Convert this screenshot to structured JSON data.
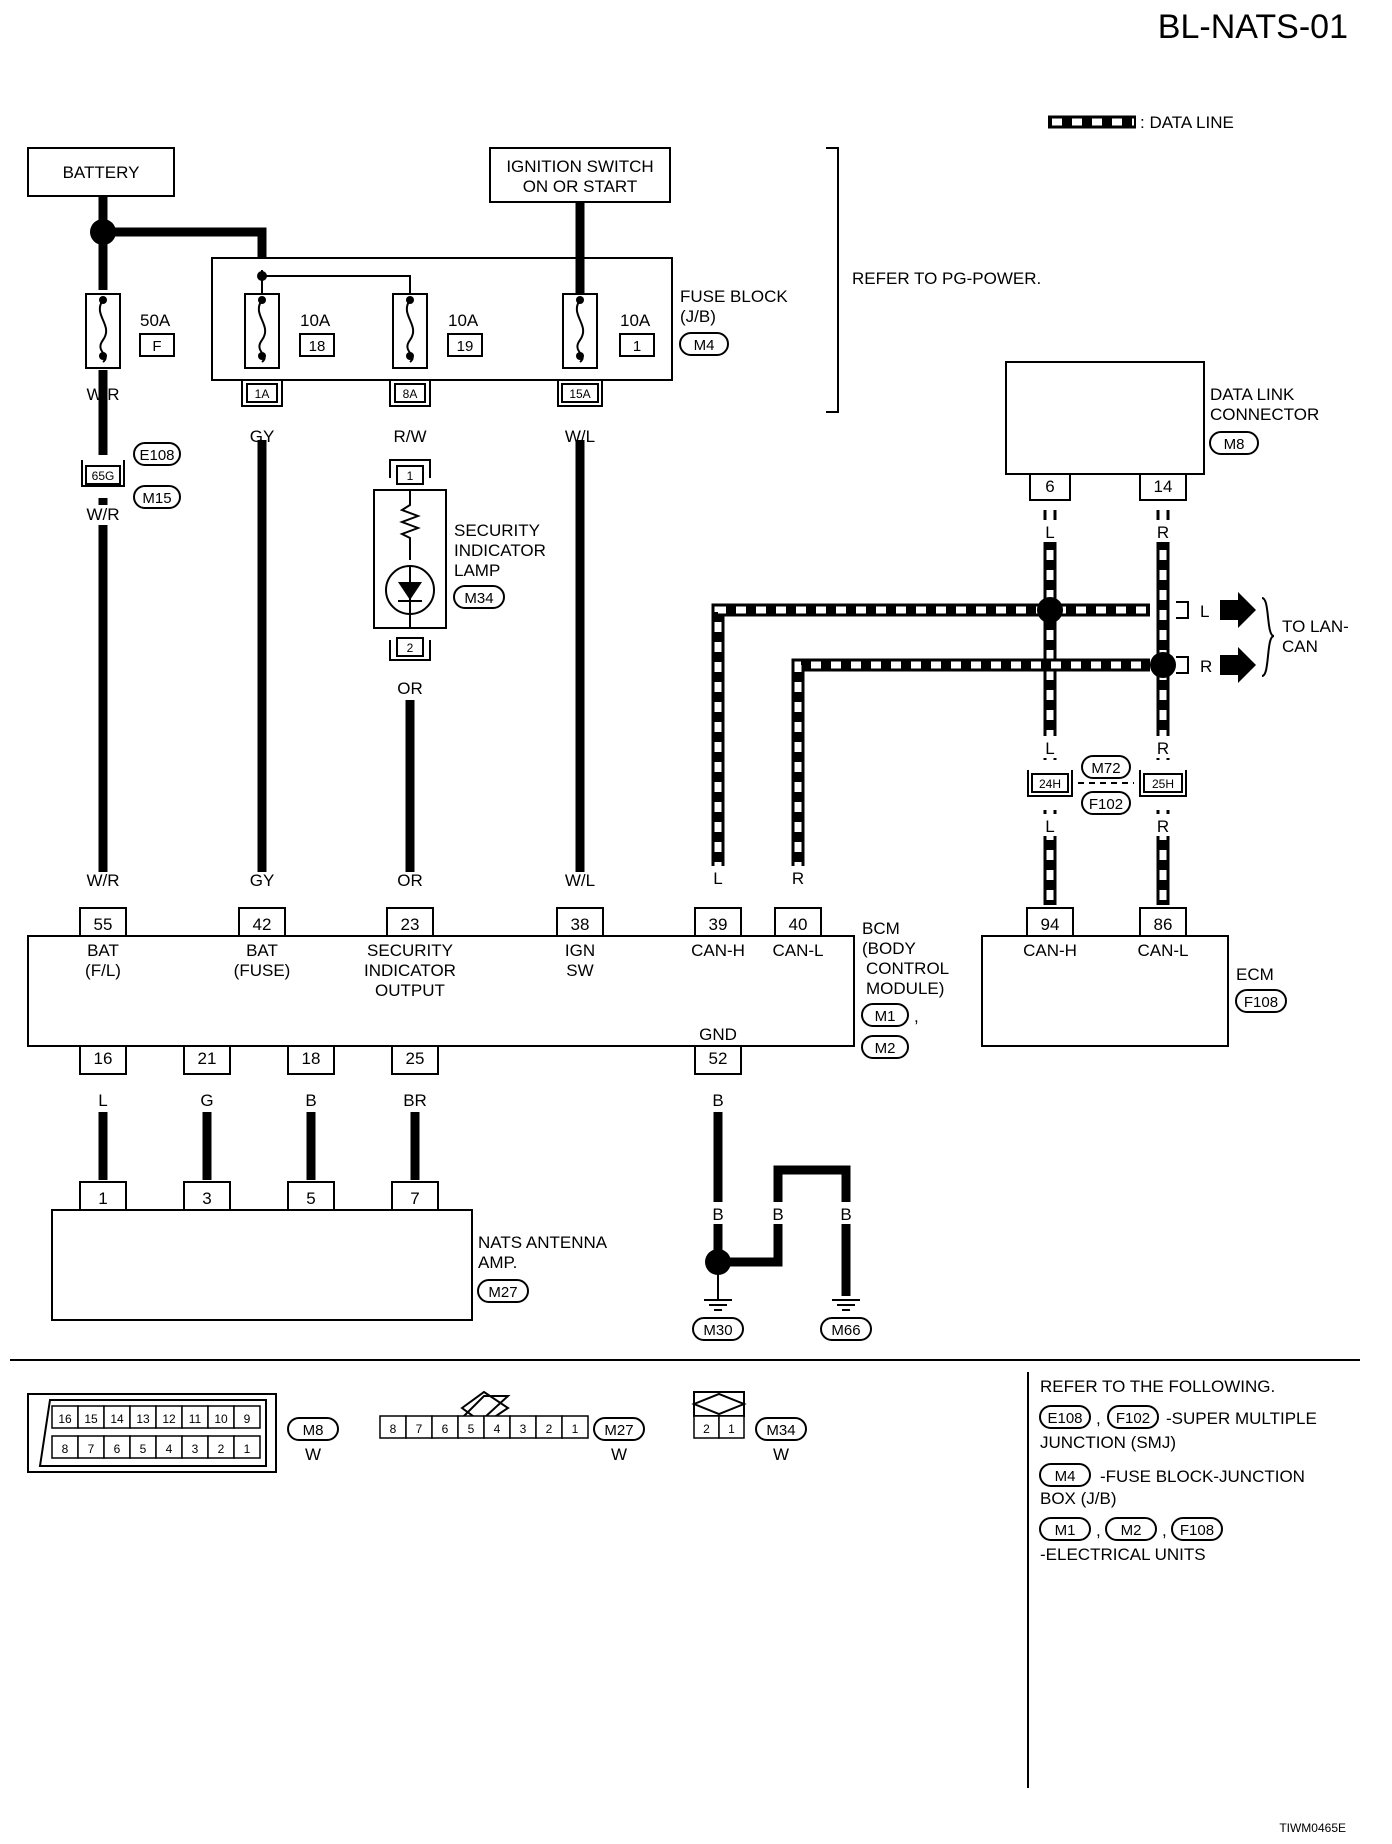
{
  "title": "BL-NATS-01",
  "legend": {
    "data_line": ": DATA LINE"
  },
  "battery": "BATTERY",
  "ignition": {
    "line1": "IGNITION SWITCH",
    "line2": "ON OR START"
  },
  "refer_pg": "REFER TO PG-POWER.",
  "fuse_block": {
    "line1": "FUSE BLOCK",
    "line2": "(J/B)",
    "conn": "M4"
  },
  "fuses": [
    {
      "amp": "50A",
      "id": "F"
    },
    {
      "amp": "10A",
      "id": "18"
    },
    {
      "amp": "10A",
      "id": "19"
    },
    {
      "amp": "10A",
      "id": "1"
    }
  ],
  "fuse_pins": [
    "1A",
    "8A",
    "15A"
  ],
  "wire_colors": {
    "wr": "W/R",
    "gy": "GY",
    "rw": "R/W",
    "wl": "W/L",
    "or": "OR",
    "l": "L",
    "r": "R",
    "g": "G",
    "b": "B",
    "br": "BR"
  },
  "smj": {
    "pin": "65G",
    "conn1": "E108",
    "conn2": "M15"
  },
  "lamp": {
    "line1": "SECURITY",
    "line2": "INDICATOR",
    "line3": "LAMP",
    "conn": "M34",
    "pin1": "1",
    "pin2": "2"
  },
  "dlc": {
    "line1": "DATA LINK",
    "line2": "CONNECTOR",
    "conn": "M8",
    "pin1": "6",
    "pin2": "14"
  },
  "to_lan": {
    "line1": "TO LAN-",
    "line2": "CAN"
  },
  "jc": {
    "pin1": "24H",
    "pin2": "25H",
    "conn1": "M72",
    "conn2": "F102"
  },
  "bcm": {
    "line1": "BCM",
    "line2": "(BODY",
    "line3": "CONTROL",
    "line4": "MODULE)",
    "conn1": "M1",
    "conn2": "M2",
    "comma": ",",
    "top_pins": [
      "55",
      "42",
      "23",
      "38",
      "39",
      "40"
    ],
    "bat_fl": [
      "BAT",
      "(F/L)"
    ],
    "bat_fuse": [
      "BAT",
      "(FUSE)"
    ],
    "sec_out": [
      "SECURITY",
      "INDICATOR",
      "OUTPUT"
    ],
    "ign": [
      "IGN",
      "SW"
    ],
    "canh": "CAN-H",
    "canl": "CAN-L",
    "gnd": "GND",
    "gnd_pin": "52",
    "bottom_pins": [
      "16",
      "21",
      "18",
      "25"
    ]
  },
  "ecm": {
    "name": "ECM",
    "conn": "F108",
    "pins": [
      "94",
      "86"
    ],
    "canh": "CAN-H",
    "canl": "CAN-L"
  },
  "nats": {
    "line1": "NATS ANTENNA",
    "line2": "AMP.",
    "conn": "M27",
    "pins": [
      "1",
      "3",
      "5",
      "7"
    ]
  },
  "grounds": {
    "g1": "M30",
    "g2": "M66"
  },
  "connectors": {
    "m8": {
      "name": "M8",
      "color": "W",
      "top": [
        "16",
        "15",
        "14",
        "13",
        "12",
        "11",
        "10",
        "9"
      ],
      "bottom": [
        "8",
        "7",
        "6",
        "5",
        "4",
        "3",
        "2",
        "1"
      ]
    },
    "m27": {
      "name": "M27",
      "color": "W",
      "pins": [
        "8",
        "7",
        "6",
        "5",
        "4",
        "3",
        "2",
        "1"
      ]
    },
    "m34": {
      "name": "M34",
      "color": "W",
      "pins": [
        "2",
        "1"
      ]
    }
  },
  "refer": {
    "heading": "REFER TO THE FOLLOWING.",
    "smj_codes": [
      "E108",
      "F102"
    ],
    "smj_text": "-SUPER MULTIPLE",
    "smj_text2": "JUNCTION (SMJ)",
    "jb_code": "M4",
    "jb_text": "-FUSE BLOCK-JUNCTION",
    "jb_text2": "BOX (J/B)",
    "eu_codes": [
      "M1",
      "M2",
      "F108"
    ],
    "eu_text": "-ELECTRICAL UNITS"
  },
  "figure_id": "TIWM0465E"
}
